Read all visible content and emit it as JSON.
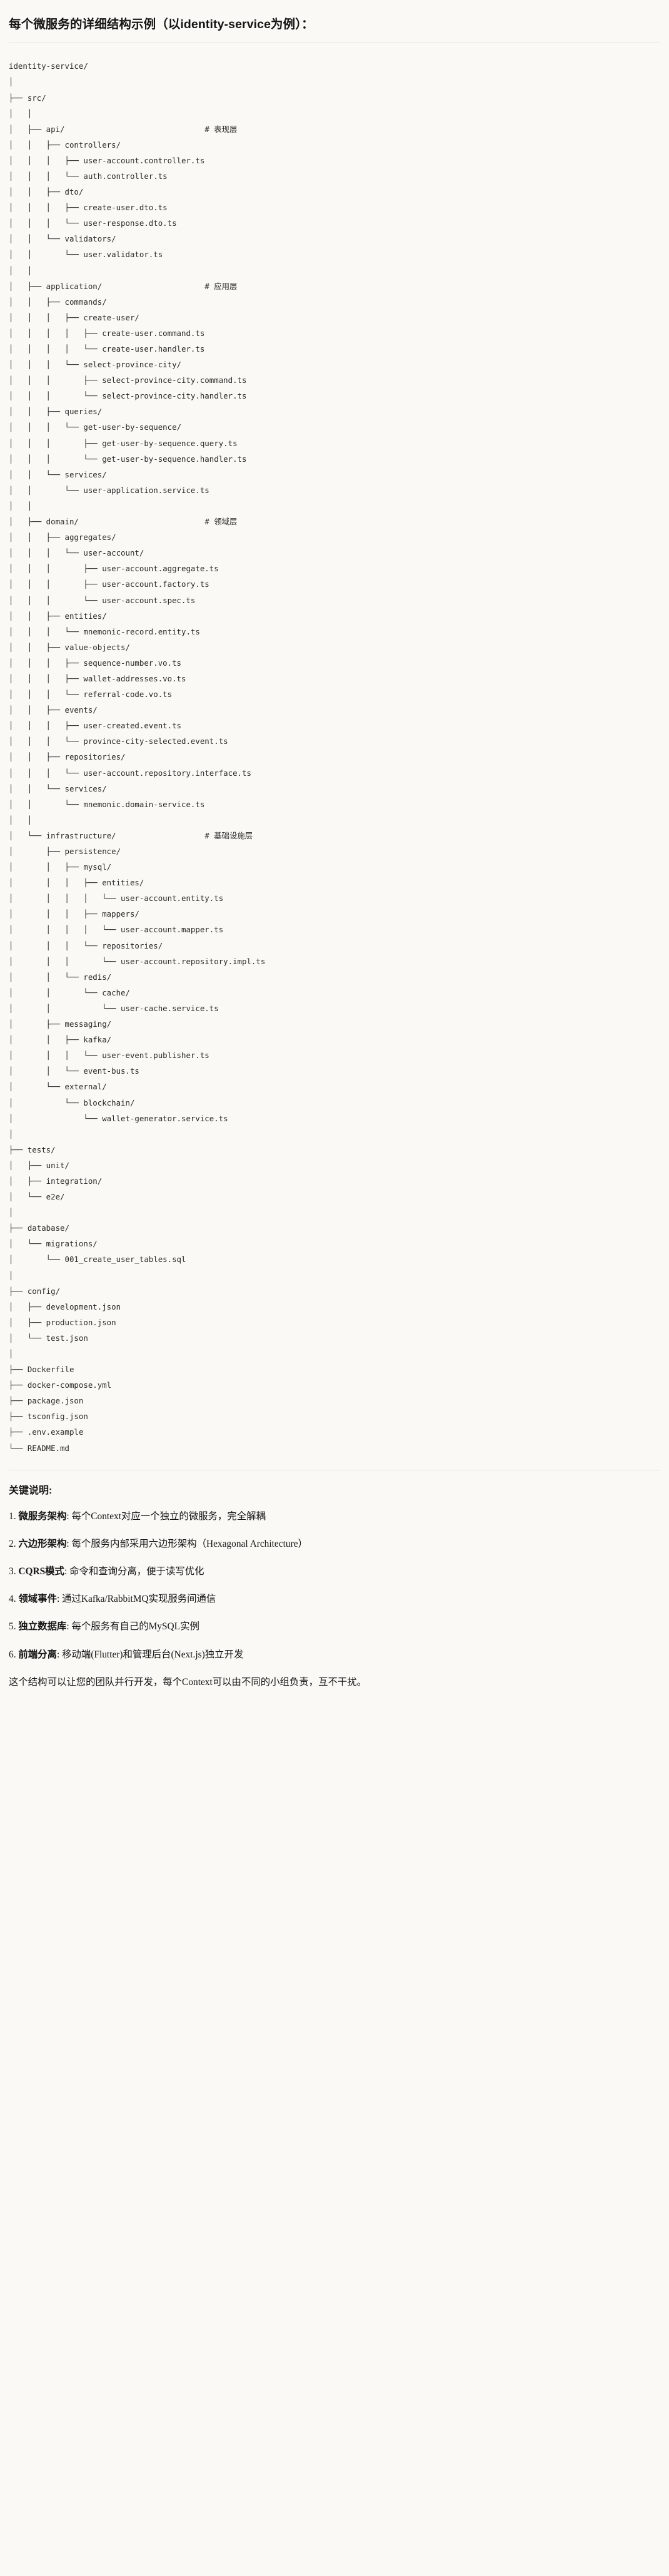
{
  "document": {
    "title": "每个微服务的详细结构示例（以identity-service为例）：",
    "background_color": "#faf9f5",
    "text_color": "#141413"
  },
  "tree": {
    "root": "identity-service/",
    "lines": [
      "identity-service/",
      "│",
      "├── src/",
      "│   │",
      "│   ├── api/                              # 表现层",
      "│   │   ├── controllers/",
      "│   │   │   ├── user-account.controller.ts",
      "│   │   │   └── auth.controller.ts",
      "│   │   ├── dto/",
      "│   │   │   ├── create-user.dto.ts",
      "│   │   │   └── user-response.dto.ts",
      "│   │   └── validators/",
      "│   │       └── user.validator.ts",
      "│   │",
      "│   ├── application/                      # 应用层",
      "│   │   ├── commands/",
      "│   │   │   ├── create-user/",
      "│   │   │   │   ├── create-user.command.ts",
      "│   │   │   │   └── create-user.handler.ts",
      "│   │   │   └── select-province-city/",
      "│   │   │       ├── select-province-city.command.ts",
      "│   │   │       └── select-province-city.handler.ts",
      "│   │   ├── queries/",
      "│   │   │   └── get-user-by-sequence/",
      "│   │   │       ├── get-user-by-sequence.query.ts",
      "│   │   │       └── get-user-by-sequence.handler.ts",
      "│   │   └── services/",
      "│   │       └── user-application.service.ts",
      "│   │",
      "│   ├── domain/                           # 领域层",
      "│   │   ├── aggregates/",
      "│   │   │   └── user-account/",
      "│   │   │       ├── user-account.aggregate.ts",
      "│   │   │       ├── user-account.factory.ts",
      "│   │   │       └── user-account.spec.ts",
      "│   │   ├── entities/",
      "│   │   │   └── mnemonic-record.entity.ts",
      "│   │   ├── value-objects/",
      "│   │   │   ├── sequence-number.vo.ts",
      "│   │   │   ├── wallet-addresses.vo.ts",
      "│   │   │   └── referral-code.vo.ts",
      "│   │   ├── events/",
      "│   │   │   ├── user-created.event.ts",
      "│   │   │   └── province-city-selected.event.ts",
      "│   │   ├── repositories/",
      "│   │   │   └── user-account.repository.interface.ts",
      "│   │   └── services/",
      "│   │       └── mnemonic.domain-service.ts",
      "│   │",
      "│   └── infrastructure/                   # 基础设施层",
      "│       ├── persistence/",
      "│       │   ├── mysql/",
      "│       │   │   ├── entities/",
      "│       │   │   │   └── user-account.entity.ts",
      "│       │   │   ├── mappers/",
      "│       │   │   │   └── user-account.mapper.ts",
      "│       │   │   └── repositories/",
      "│       │   │       └── user-account.repository.impl.ts",
      "│       │   └── redis/",
      "│       │       └── cache/",
      "│       │           └── user-cache.service.ts",
      "│       ├── messaging/",
      "│       │   ├── kafka/",
      "│       │   │   └── user-event.publisher.ts",
      "│       │   └── event-bus.ts",
      "│       └── external/",
      "│           └── blockchain/",
      "│               └── wallet-generator.service.ts",
      "│",
      "├── tests/",
      "│   ├── unit/",
      "│   ├── integration/",
      "│   └── e2e/",
      "│",
      "├── database/",
      "│   └── migrations/",
      "│       └── 001_create_user_tables.sql",
      "│",
      "├── config/",
      "│   ├── development.json",
      "│   ├── production.json",
      "│   └── test.json",
      "│",
      "├── Dockerfile",
      "├── docker-compose.yml",
      "├── package.json",
      "├── tsconfig.json",
      "├── .env.example",
      "└── README.md"
    ],
    "layer_comments": [
      "# 表现层",
      "# 应用层",
      "# 领域层",
      "# 基础设施层"
    ]
  },
  "notes": {
    "heading": "关键说明:",
    "items": [
      {
        "num": "1.",
        "term": "微服务架构",
        "sep": ": ",
        "desc": "每个Context对应一个独立的微服务，完全解耦"
      },
      {
        "num": "2.",
        "term": "六边形架构",
        "sep": ": ",
        "desc": "每个服务内部采用六边形架构（Hexagonal Architecture）"
      },
      {
        "num": "3.",
        "term": "CQRS模式",
        "sep": ": ",
        "desc": "命令和查询分离，便于读写优化"
      },
      {
        "num": "4.",
        "term": "领域事件",
        "sep": ": ",
        "desc": "通过Kafka/RabbitMQ实现服务间通信"
      },
      {
        "num": "5.",
        "term": "独立数据库",
        "sep": ": ",
        "desc": "每个服务有自己的MySQL实例"
      },
      {
        "num": "6.",
        "term": "前端分离",
        "sep": ": ",
        "desc": "移动端(Flutter)和管理后台(Next.js)独立开发"
      }
    ],
    "closing": "这个结构可以让您的团队并行开发，每个Context可以由不同的小组负责，互不干扰。"
  }
}
